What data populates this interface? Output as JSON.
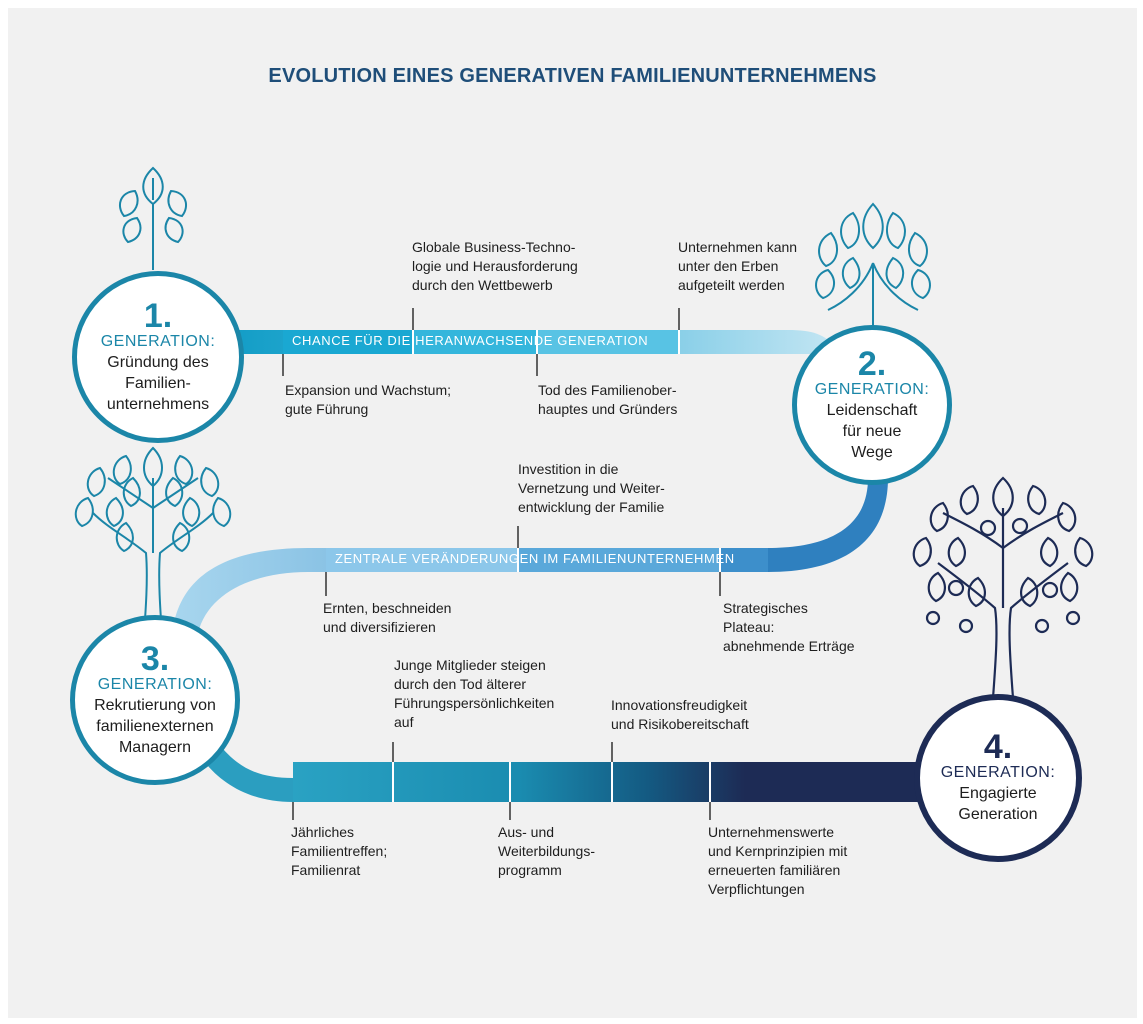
{
  "title": "EVOLUTION EINES GENERATIVEN FAMILIENUNTERNEHMENS",
  "colors": {
    "navy": "#1f4e79",
    "teal": "#1b86a8",
    "light_blue": "#a9d8ec",
    "dark_navy": "#1d2b55"
  },
  "generations": [
    {
      "number": "1.",
      "label": "GENERATION:",
      "text": "Gründung des\nFamilien-\nunternehmens",
      "icon": "sprout-icon"
    },
    {
      "number": "2.",
      "label": "GENERATION:",
      "text": "Leidenschaft\nfür neue\nWege",
      "icon": "young-tree-icon"
    },
    {
      "number": "3.",
      "label": "GENERATION:",
      "text": "Rekrutierung von\nfamilienexternen\nManagern",
      "icon": "tree-icon"
    },
    {
      "number": "4.",
      "label": "GENERATION:",
      "text": "Engagierte\nGeneration",
      "icon": "fruit-tree-icon"
    }
  ],
  "paths": {
    "top_banner": "CHANCE FÜR DIE HERANWACHSENDE GENERATION",
    "middle_banner": "ZENTRALE VERÄNDERUNGEN IM FAMILIENUNTERNEHMEN"
  },
  "milestones": {
    "top": {
      "above": [
        "Globale Business-Techno-\nlogie und Herausforderung\ndurch den Wettbewerb",
        "Unternehmen kann\nunter den Erben\naufgeteilt werden"
      ],
      "below": [
        "Expansion und Wachstum;\ngute Führung",
        "Tod des Familienober-\nhauptes und Gründers"
      ]
    },
    "middle": {
      "above": [
        "Investition in die\nVernetzung und Weiter-\nentwicklung der Familie"
      ],
      "below": [
        "Ernten, beschneiden\nund diversifizieren",
        "Strategisches\nPlateau:\nabnehmende Erträge"
      ]
    },
    "bottom": {
      "above": [
        "Junge Mitglieder steigen\ndurch den Tod älterer\nFührungspersönlichkeiten\nauf",
        "Innovationsfreudigkeit\nund Risikobereitschaft"
      ],
      "below": [
        "Jährliches\nFamilientreffen;\nFamilienrat",
        "Aus- und\nWeiterbildungs-\nprogramm",
        "Unternehmenswerte\nund Kernprinzipien mit\nerneuerten familiären\nVerpflichtungen"
      ]
    }
  }
}
